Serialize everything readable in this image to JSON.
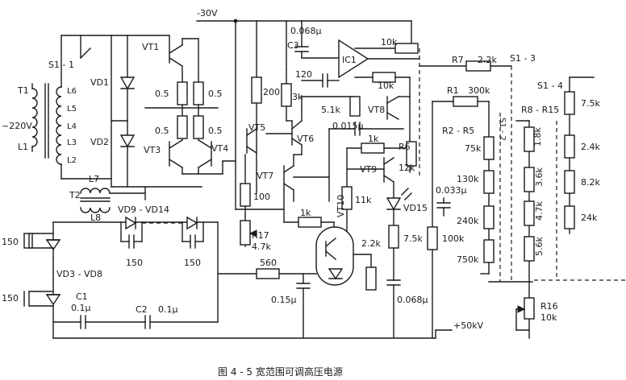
{
  "labels": {
    "neg30v": "-30V",
    "s1_1": "S1 - 1",
    "t1": "T1",
    "ac220": "~220V",
    "l1": "L1",
    "l6": "L6",
    "l5": "L5",
    "l4": "L4",
    "l3": "L3",
    "l2": "L2",
    "l7": "L7",
    "t2": "T2",
    "l8": "L8",
    "vd1": "VD1",
    "vd2": "VD2",
    "vt1": "VT1",
    "vt3": "VT3",
    "vt4": "VT4",
    "r05a": "0.5",
    "r05b": "0.5",
    "r05c": "0.5",
    "r05d": "0.5",
    "r200": "200",
    "vt5": "VT5",
    "vt6": "VT6",
    "vt7": "VT7",
    "r100": "100",
    "r17": "R17",
    "r17v": "4.7k",
    "r560": "560",
    "c0068": "0.068μ",
    "c3": "C3",
    "ic1": "IC1",
    "r10k_a": "10k",
    "r10k_b": "10k",
    "r120": "120",
    "r3k": "3k",
    "r51k": "5.1k",
    "vt8": "VT8",
    "c0015": "0.015μ",
    "r1k_a": "1k",
    "r6": "R6",
    "r12k": "12k",
    "vt9": "VT9",
    "r1k_b": "1k",
    "vt10": "VT10",
    "r11k": "11k",
    "vd15": "VD15",
    "r75k": "7.5k",
    "r22k_b": "2.2k",
    "c015": "0.15μ",
    "c0068b": "0.068μ",
    "vd9_14": "VD9 - VD14",
    "c150a": "150",
    "c150b": "150",
    "c150c": "150",
    "c150d": "150",
    "vd3_8": "VD3 - VD8",
    "c1": "C1",
    "c1v": "0.1μ",
    "c2": "C2",
    "c2v": "0.1μ",
    "r7": "R7",
    "r7v": "2.2k",
    "r1": "R1",
    "r1v": "300k",
    "r2_5": "R2 - R5",
    "r75k_b": "75k",
    "r130k": "130k",
    "c0033": "0.033μ",
    "r240k": "240k",
    "r750k": "750k",
    "r100k": "100k",
    "s1_2": "S1 - 2",
    "s1_3": "S1 - 3",
    "r8_15": "R8 - R15",
    "r18k": "1.8k",
    "r36k": "3.6k",
    "r47k": "4.7k",
    "r56k": "5.6k",
    "s1_4": "S1 - 4",
    "r75k_c": "7.5k",
    "r24k": "2.4k",
    "r82k": "8.2k",
    "r24k_b": "24k",
    "r16": "R16",
    "r16v": "10k",
    "out50kv": "+50kV",
    "caption": "图 4 - 5    宽范围可调高压电源"
  },
  "colors": {
    "ink": "#1a1a1a",
    "paper": "#ffffff"
  }
}
